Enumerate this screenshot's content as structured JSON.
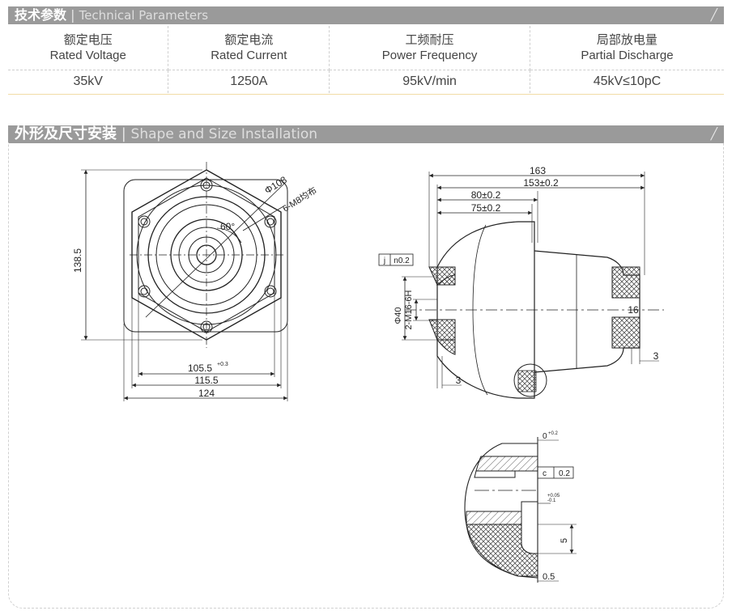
{
  "tech_section": {
    "title_zh": "技术参数",
    "separator": "|",
    "title_en": "Technical Parameters",
    "columns": [
      {
        "label_zh": "额定电压",
        "label_en": "Rated Voltage",
        "value": "35kV"
      },
      {
        "label_zh": "额定电流",
        "label_en": "Rated Current",
        "value": "1250A"
      },
      {
        "label_zh": "工频耐压",
        "label_en": "Power Frequency",
        "value": "95kV/min"
      },
      {
        "label_zh": "局部放电量",
        "label_en": "Partial Discharge",
        "value": "45kV≤10pC"
      }
    ]
  },
  "shape_section": {
    "title_zh": "外形及尺寸安装",
    "separator": "|",
    "title_en": "Shape and Size Installation"
  },
  "front_view": {
    "height_dim": "138.5",
    "diameter_dim": "Φ108",
    "holes_note": "6-M8均布",
    "angle": "60°",
    "dim_inner": "105.5",
    "dim_inner_tol": "+0.3",
    "dim_middle": "115.5",
    "dim_outer": "124"
  },
  "side_view": {
    "dim_total": "163",
    "dim_flange": "153±0.2",
    "dim_80": "80±0.2",
    "dim_75": "75±0.2",
    "tol_symbol": "j",
    "tol_value": "n0.2",
    "dia_40": "Φ40",
    "thread": "2-M16-6H",
    "dim_16": "16",
    "dim_3_right": "3",
    "dim_3_left": "3"
  },
  "detail_view": {
    "tol_top": "0",
    "tol_top_sup": "+0.2",
    "tol_symbol": "c",
    "tol_value": "0.2",
    "tol_mid": "+0.05",
    "tol_mid_low": "-0.1",
    "dim_5": "5",
    "dim_05": "0.5"
  },
  "colors": {
    "header_bg": "#9a9a9a",
    "gold_line": "#f2dca6",
    "hatch": "#555555"
  }
}
